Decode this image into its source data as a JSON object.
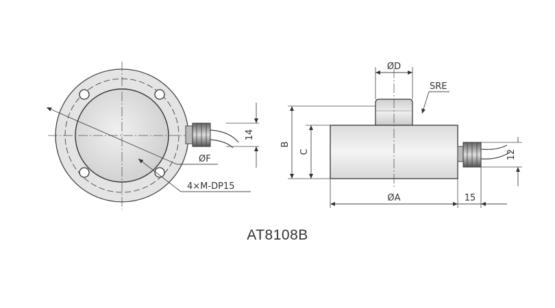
{
  "labels": {
    "phi_d": "ØD",
    "sre": "SRE",
    "dim_14": "14",
    "phi_f": "ØF",
    "holes": "4×M-DP15",
    "dim_b": "B",
    "dim_c": "C",
    "phi_a": "ØA",
    "dim_15": "15",
    "dim_12": "12"
  },
  "title": "AT8108B"
}
